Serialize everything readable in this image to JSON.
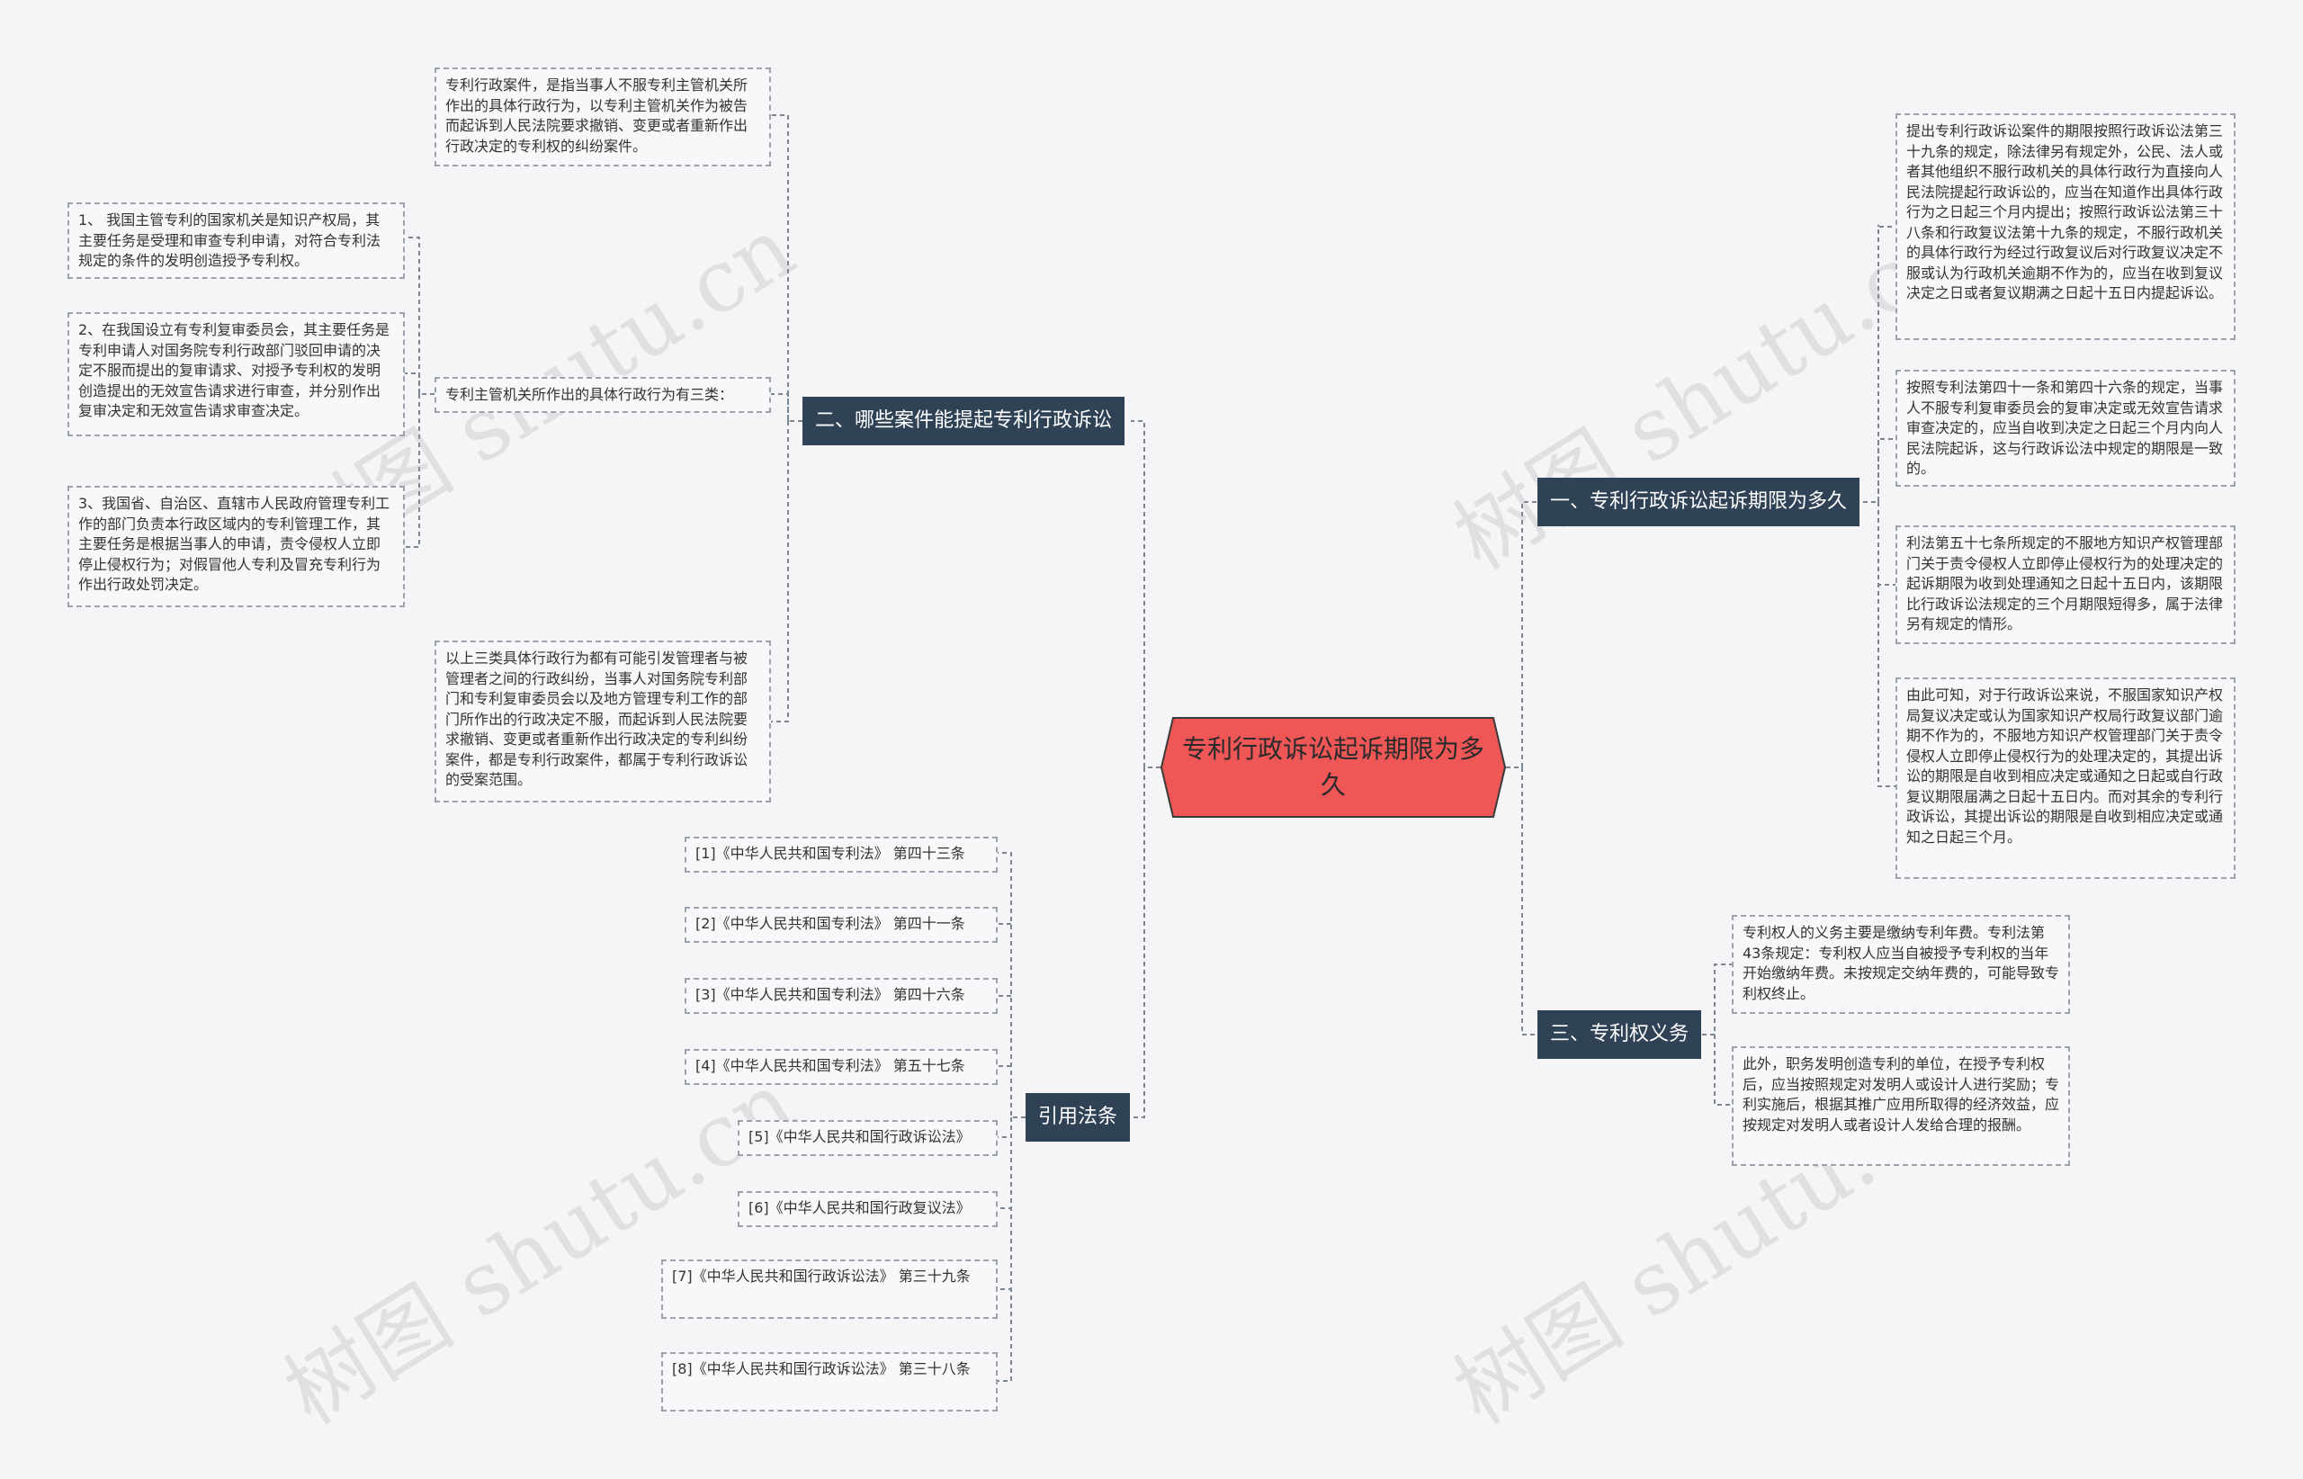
{
  "center": {
    "title": "专利行政诉讼起诉期限为多久"
  },
  "branches": {
    "b1": "一、专利行政诉讼起诉期限为多久",
    "b2": "二、哪些案件能提起专利行政诉讼",
    "b3": "三、专利权义务",
    "b4": "引用法条"
  },
  "leaves": {
    "l1_1": "提出专利行政诉讼案件的期限按照行政诉讼法第三十九条的规定，除法律另有规定外，公民、法人或者其他组织不服行政机关的具体行政行为直接向人民法院提起行政诉讼的，应当在知道作出具体行政行为之日起三个月内提出；按照行政诉讼法第三十八条和行政复议法第十九条的规定，不服行政机关的具体行政行为经过行政复议后对行政复议决定不服或认为行政机关逾期不作为的，应当在收到复议决定之日或者复议期满之日起十五日内提起诉讼。",
    "l1_2": "按照专利法第四十一条和第四十六条的规定，当事人不服专利复审委员会的复审决定或无效宣告请求审查决定的，应当自收到决定之日起三个月内向人民法院起诉，这与行政诉讼法中规定的期限是一致的。",
    "l1_3": "利法第五十七条所规定的不服地方知识产权管理部门关于责令侵权人立即停止侵权行为的处理决定的起诉期限为收到处理通知之日起十五日内，该期限比行政诉讼法规定的三个月期限短得多，属于法律另有规定的情形。",
    "l1_4": "由此可知，对于行政诉讼来说，不服国家知识产权局复议决定或认为国家知识产权局行政复议部门逾期不作为的，不服地方知识产权管理部门关于责令侵权人立即停止侵权行为的处理决定的，其提出诉讼的期限是自收到相应决定或通知之日起或自行政复议期限届满之日起十五日内。而对其余的专利行政诉讼，其提出诉讼的期限是自收到相应决定或通知之日起三个月。",
    "l2_1": "专利行政案件，是指当事人不服专利主管机关所作出的具体行政行为，以专利主管机关作为被告而起诉到人民法院要求撤销、变更或者重新作出行政决定的专利权的纠纷案件。",
    "l2_2": "专利主管机关所作出的具体行政行为有三类：",
    "l2_2_1": "1、 我国主管专利的国家机关是知识产权局，其主要任务是受理和审查专利申请，对符合专利法规定的条件的发明创造授予专利权。",
    "l2_2_2": "2、在我国设立有专利复审委员会，其主要任务是专利申请人对国务院专利行政部门驳回申请的决定不服而提出的复审请求、对授予专利权的发明创造提出的无效宣告请求进行审查，并分别作出复审决定和无效宣告请求审查决定。",
    "l2_2_3": "3、我国省、自治区、直辖市人民政府管理专利工作的部门负责本行政区域内的专利管理工作，其主要任务是根据当事人的申请，责令侵权人立即停止侵权行为；对假冒他人专利及冒充专利行为作出行政处罚决定。",
    "l2_3": "以上三类具体行政行为都有可能引发管理者与被管理者之间的行政纠纷，当事人对国务院专利部门和专利复审委员会以及地方管理专利工作的部门所作出的行政决定不服，而起诉到人民法院要求撤销、变更或者重新作出行政决定的专利纠纷案件，都是专利行政案件，都属于专利行政诉讼的受案范围。",
    "l3_1": "专利权人的义务主要是缴纳专利年费。专利法第43条规定：专利权人应当自被授予专利权的当年开始缴纳年费。未按规定交纳年费的，可能导致专利权终止。",
    "l3_2": "此外，职务发明创造专利的单位，在授予专利权后，应当按照规定对发明人或设计人进行奖励；专利实施后，根据其推广应用所取得的经济效益，应按规定对发明人或者设计人发给合理的报酬。"
  },
  "refs": [
    "[1]《中华人民共和国专利法》 第四十三条",
    "[2]《中华人民共和国专利法》 第四十一条",
    "[3]《中华人民共和国专利法》 第四十六条",
    "[4]《中华人民共和国专利法》 第五十七条",
    "[5]《中华人民共和国行政诉讼法》",
    "[6]《中华人民共和国行政复议法》",
    "[7]《中华人民共和国行政诉讼法》 第三十九条",
    "[8]《中华人民共和国行政诉讼法》 第三十八条"
  ],
  "watermark": "树图 shutu.cn",
  "colors": {
    "center": "#ef5656",
    "branch": "#2f4256",
    "line": "#7a8694",
    "leaf_border": "#9aa3ad",
    "background": "#f5f5f7"
  }
}
